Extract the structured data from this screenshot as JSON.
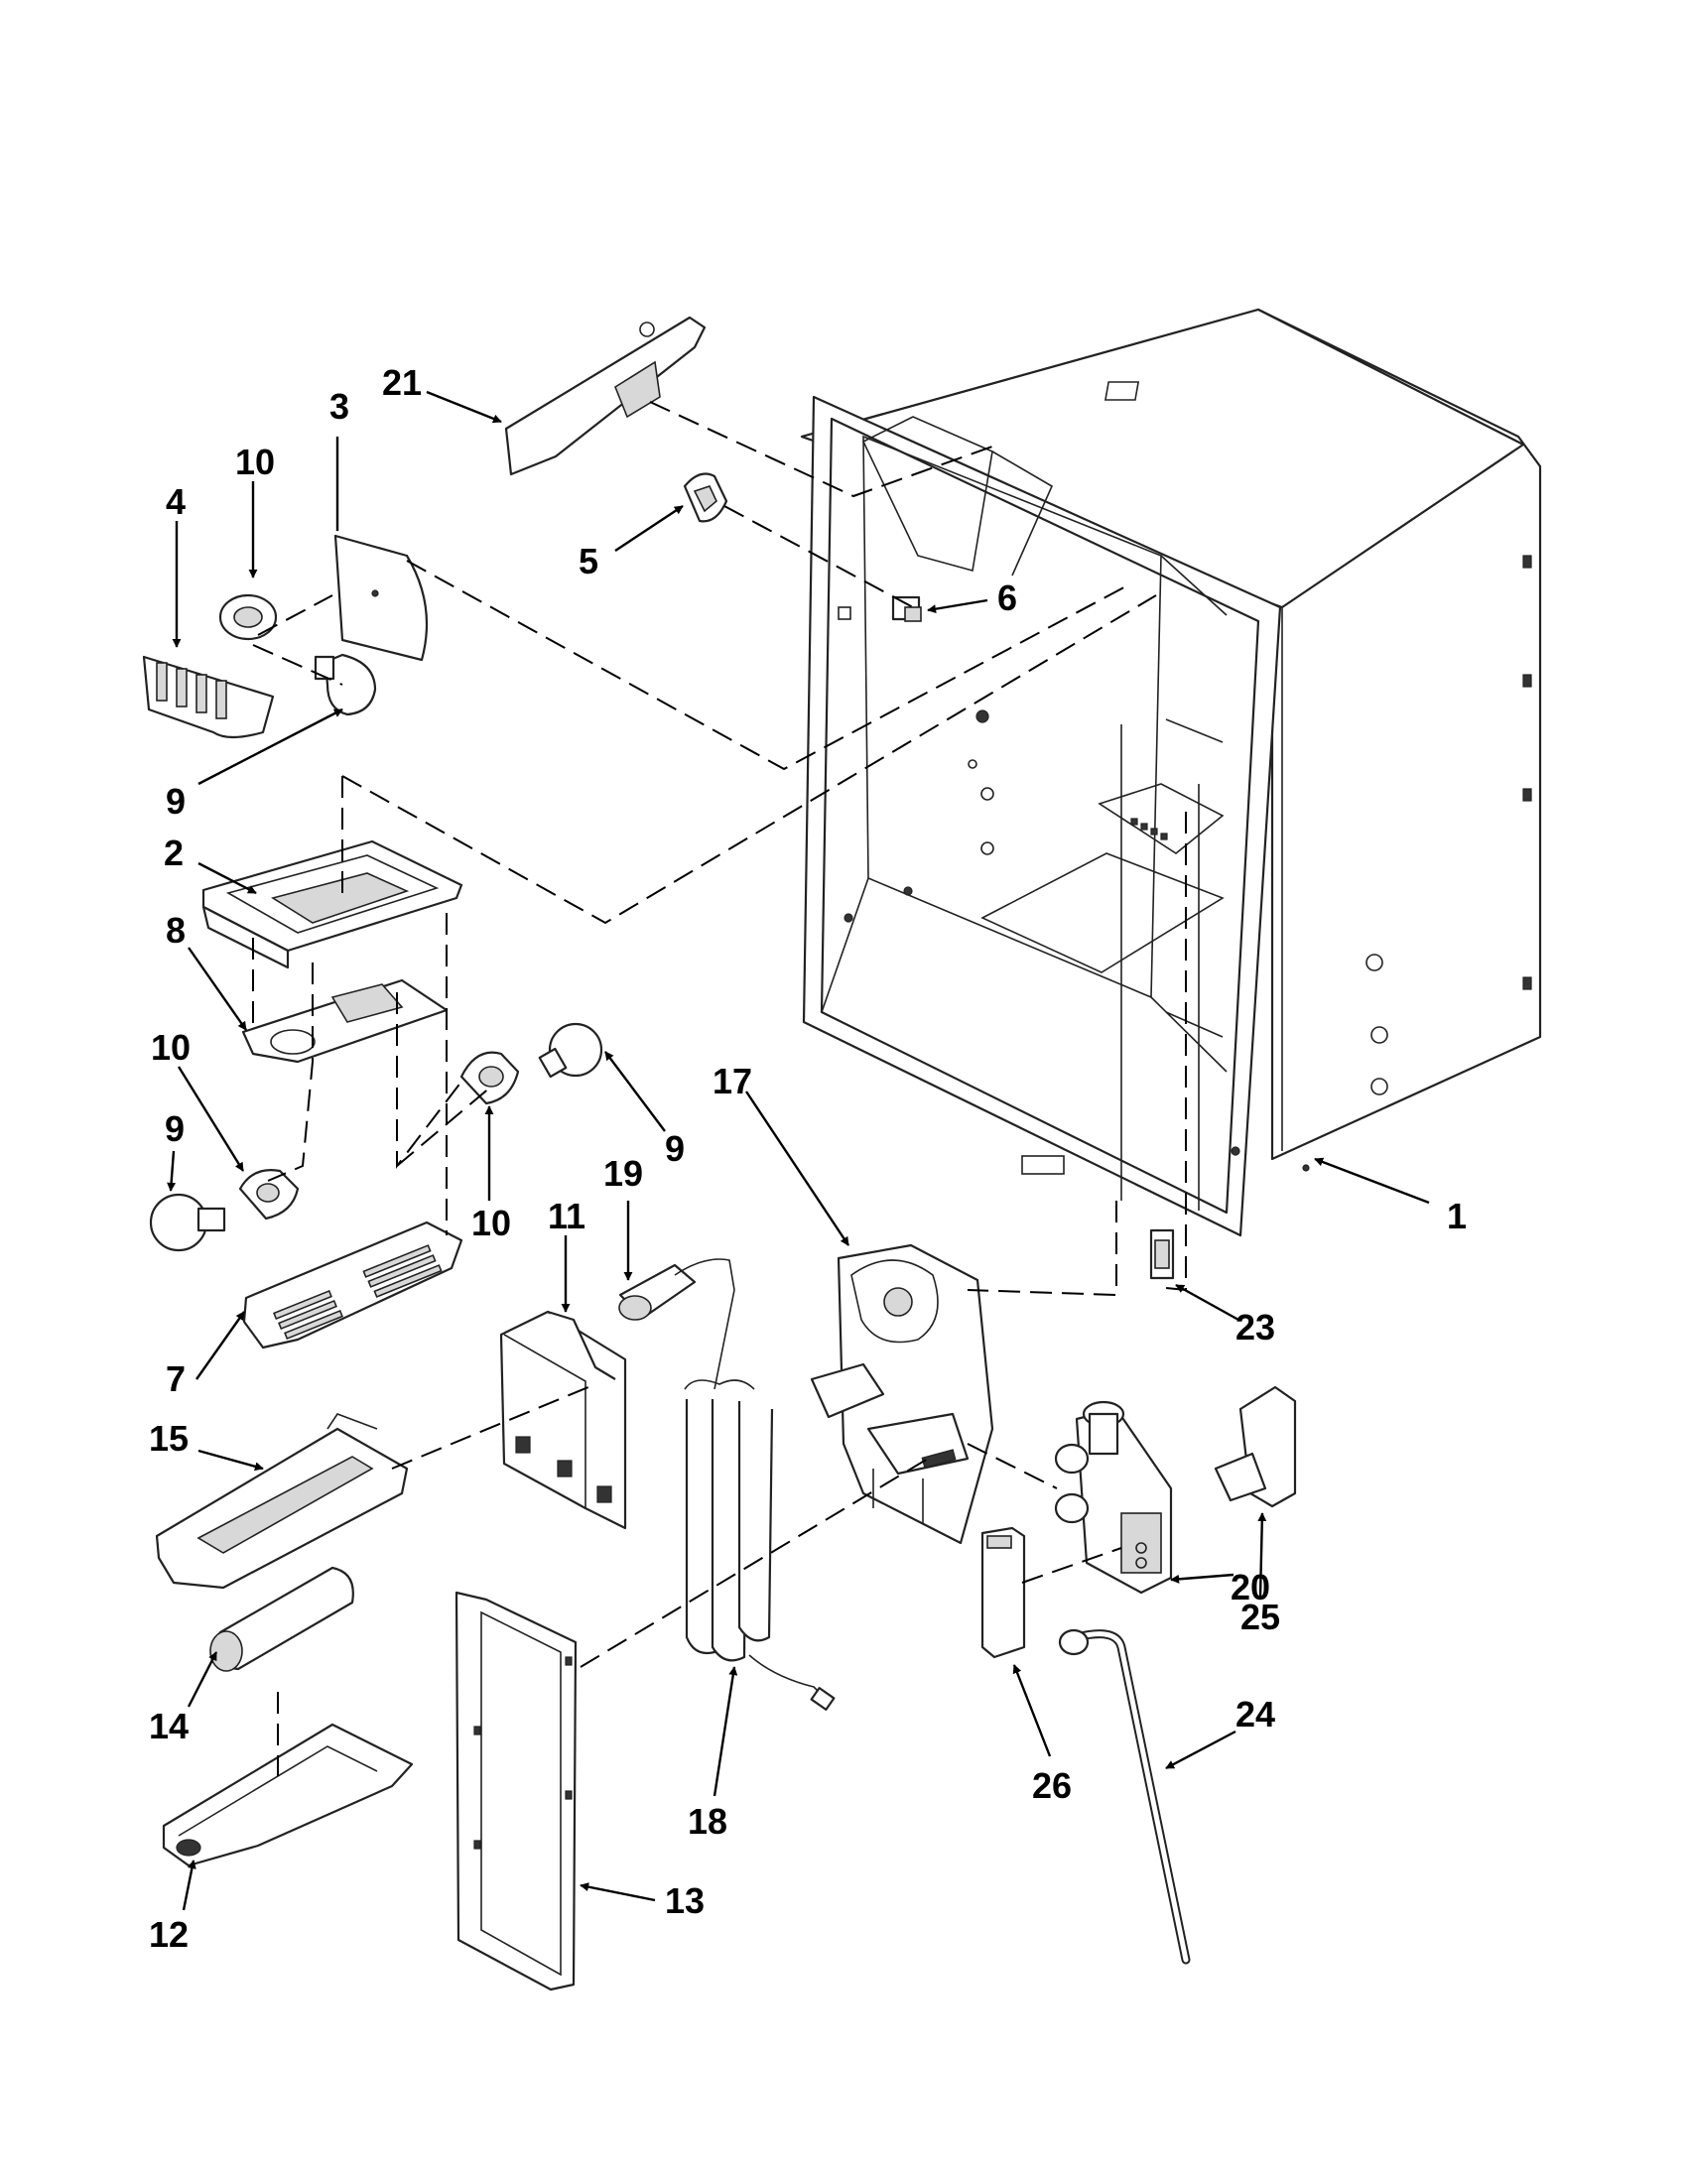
{
  "callouts": [
    {
      "id": "c1",
      "label": "1"
    },
    {
      "id": "c2",
      "label": "2"
    },
    {
      "id": "c3",
      "label": "3"
    },
    {
      "id": "c4",
      "label": "4"
    },
    {
      "id": "c5",
      "label": "5"
    },
    {
      "id": "c6",
      "label": "6"
    },
    {
      "id": "c7",
      "label": "7"
    },
    {
      "id": "c8",
      "label": "8"
    },
    {
      "id": "c9a",
      "label": "9"
    },
    {
      "id": "c9b",
      "label": "9"
    },
    {
      "id": "c9c",
      "label": "9"
    },
    {
      "id": "c10a",
      "label": "10"
    },
    {
      "id": "c10b",
      "label": "10"
    },
    {
      "id": "c10c",
      "label": "10"
    },
    {
      "id": "c11",
      "label": "11"
    },
    {
      "id": "c12",
      "label": "12"
    },
    {
      "id": "c13",
      "label": "13"
    },
    {
      "id": "c14",
      "label": "14"
    },
    {
      "id": "c15",
      "label": "15"
    },
    {
      "id": "c17",
      "label": "17"
    },
    {
      "id": "c18",
      "label": "18"
    },
    {
      "id": "c19",
      "label": "19"
    },
    {
      "id": "c20",
      "label": "20"
    },
    {
      "id": "c21",
      "label": "21"
    },
    {
      "id": "c23",
      "label": "23"
    },
    {
      "id": "c24",
      "label": "24"
    },
    {
      "id": "c25",
      "label": "25"
    },
    {
      "id": "c26",
      "label": "26"
    }
  ]
}
